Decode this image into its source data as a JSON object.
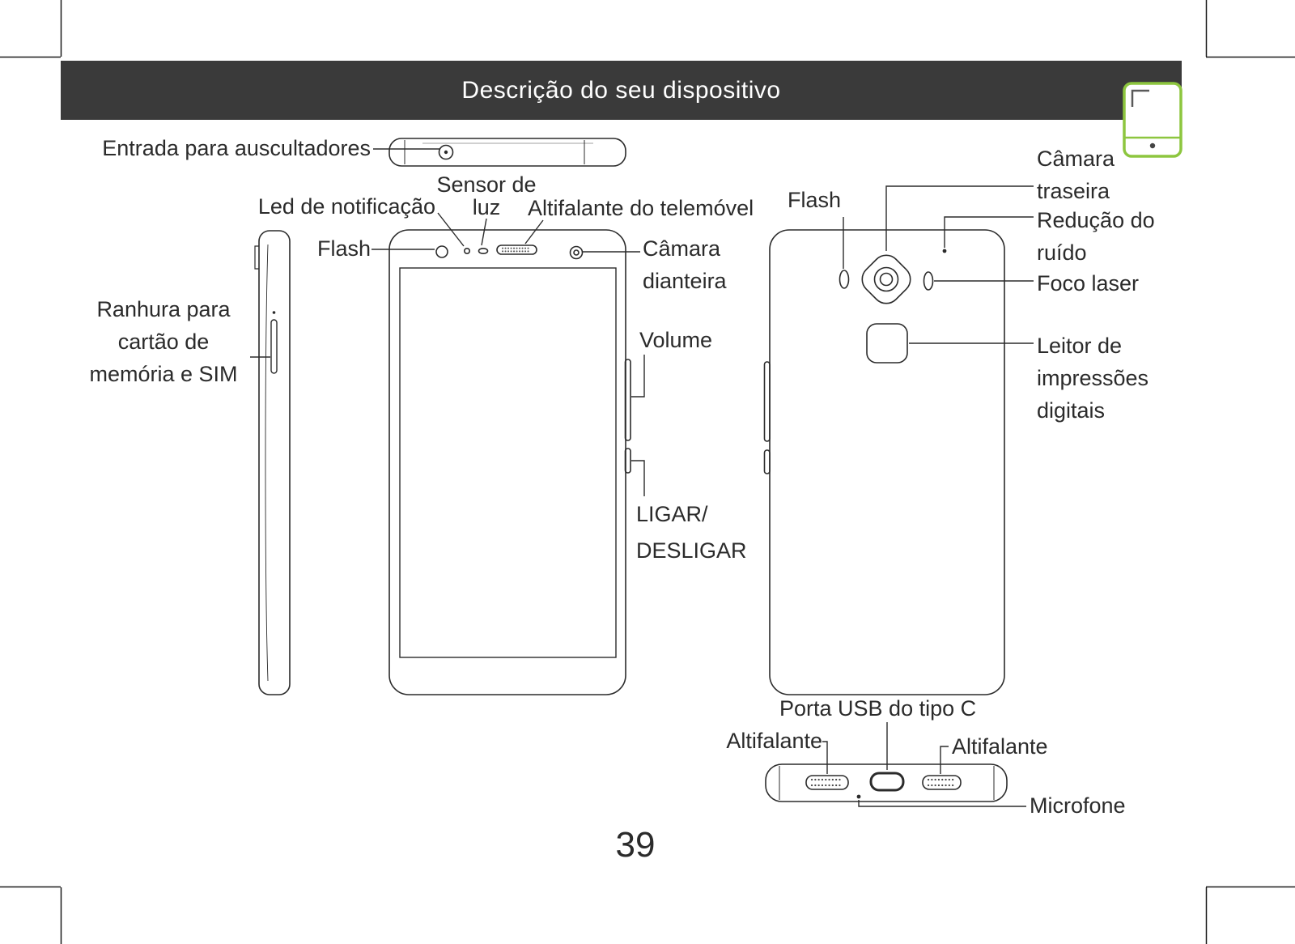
{
  "page": {
    "title": "Descrição do seu dispositivo",
    "page_number": "39"
  },
  "labels": {
    "headphone_jack": "Entrada para auscultadores",
    "light_sensor": "Sensor de\nluz",
    "notification_led": "Led de notificação",
    "earpiece": "Altifalante do telemóvel",
    "front_flash": "Flash",
    "front_camera": "Câmara\ndianteira",
    "volume": "Volume",
    "power": "LIGAR/\nDESLIGAR",
    "sim_slot": "Ranhura para\ncartão de\nmemória e SIM",
    "rear_flash": "Flash",
    "rear_camera": "Câmara\ntraseira",
    "noise_reduction": "Redução do\nruído",
    "laser_focus": "Foco laser",
    "fingerprint_reader": "Leitor de\nimpressões\ndigitais",
    "usb_port": "Porta USB do tipo C",
    "speaker_left": "Altifalante",
    "speaker_right": "Altifalante",
    "microphone": "Microfone"
  },
  "colors": {
    "accent_green": "#8dc63f",
    "header_bg": "#3a3a3a",
    "line": "#2b2b2b"
  }
}
